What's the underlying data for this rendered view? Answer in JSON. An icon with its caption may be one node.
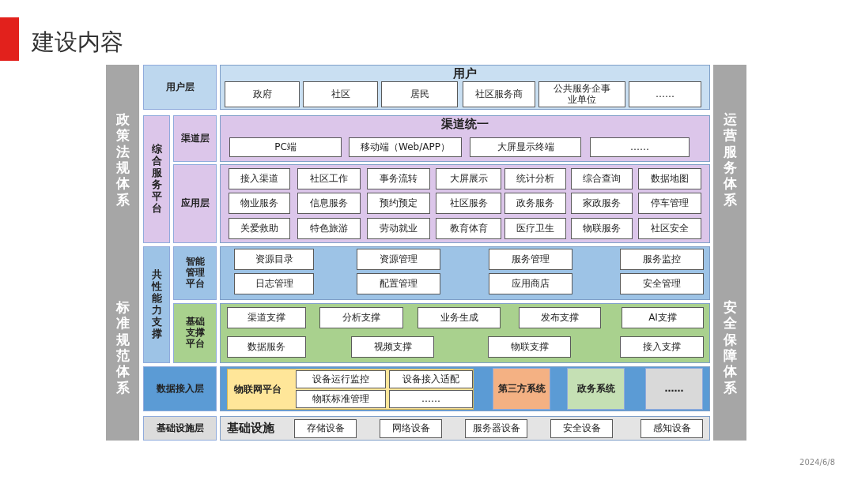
{
  "diagram": {
    "title": "建设内容",
    "nodes": [
      {
        "text": [
          "政策法规体系",
          "标准规范体系"
        ]
      },
      {
        "text": [
          "运营服务体系",
          "安全保障体系"
        ]
      },
      {
        "text": [
          "用户层"
        ]
      },
      {
        "text": [
          "用户"
        ]
      },
      {
        "text": [
          "政府"
        ],
        "in": 3
      },
      {
        "text": [
          "社区"
        ],
        "in": 3
      },
      {
        "text": [
          "居民"
        ],
        "in": 3
      },
      {
        "text": [
          "社区服务商"
        ],
        "in": 3
      },
      {
        "text": [
          "公共服务企事业单位"
        ],
        "in": 3
      },
      {
        "text": [
          "……"
        ],
        "in": 3
      },
      {
        "text": [
          "综合服务平台"
        ]
      },
      {
        "text": [
          "渠道层"
        ]
      },
      {
        "text": [
          "渠道统一"
        ]
      },
      {
        "text": [
          "PC端"
        ],
        "in": 12
      },
      {
        "text": [
          "移动端（Web/APP）"
        ],
        "in": 12
      },
      {
        "text": [
          "大屏显示终端"
        ],
        "in": 12
      },
      {
        "text": [
          "……"
        ],
        "in": 12
      },
      {
        "text": [
          "应用层"
        ]
      },
      {
        "text": [],
        "shape": "box"
      },
      {
        "text": [
          "接入渠道"
        ],
        "in": 18
      },
      {
        "text": [
          "社区工作"
        ],
        "in": 18
      },
      {
        "text": [
          "事务流转"
        ],
        "in": 18
      },
      {
        "text": [
          "大屏展示"
        ],
        "in": 18
      },
      {
        "text": [
          "统计分析"
        ],
        "in": 18
      },
      {
        "text": [
          "综合查询"
        ],
        "in": 18
      },
      {
        "text": [
          "数据地图"
        ],
        "in": 18
      },
      {
        "text": [
          "物业服务"
        ],
        "in": 18
      },
      {
        "text": [
          "信息服务"
        ],
        "in": 18
      },
      {
        "text": [
          "预约预定"
        ],
        "in": 18
      },
      {
        "text": [
          "社区服务"
        ],
        "in": 18
      },
      {
        "text": [
          "政务服务"
        ],
        "in": 18
      },
      {
        "text": [
          "家政服务"
        ],
        "in": 18
      },
      {
        "text": [
          "停车管理"
        ],
        "in": 18
      },
      {
        "text": [
          "关爱救助"
        ],
        "in": 18
      },
      {
        "text": [
          "特色旅游"
        ],
        "in": 18
      },
      {
        "text": [
          "劳动就业"
        ],
        "in": 18
      },
      {
        "text": [
          "教育体育"
        ],
        "in": 18
      },
      {
        "text": [
          "医疗卫生"
        ],
        "in": 18
      },
      {
        "text": [
          "物联服务"
        ],
        "in": 18
      },
      {
        "text": [
          "社区安全"
        ],
        "in": 18
      },
      {
        "text": [
          "共性能力支撑"
        ]
      },
      {
        "text": [
          "智能管理平台"
        ]
      },
      {
        "text": [],
        "shape": "box"
      },
      {
        "text": [
          "资源目录"
        ],
        "in": 42
      },
      {
        "text": [
          "资源管理"
        ],
        "in": 42
      },
      {
        "text": [
          "服务管理"
        ],
        "in": 42
      },
      {
        "text": [
          "服务监控"
        ],
        "in": 42
      },
      {
        "text": [
          "日志管理"
        ],
        "in": 42
      },
      {
        "text": [
          "配置管理"
        ],
        "in": 42
      },
      {
        "text": [
          "应用商店"
        ],
        "in": 42
      },
      {
        "text": [
          "安全管理"
        ],
        "in": 42
      },
      {
        "text": [
          "基础支撑平台"
        ]
      },
      {
        "text": [],
        "shape": "box"
      },
      {
        "text": [
          "渠道支撑"
        ],
        "in": 52
      },
      {
        "text": [
          "分析支撑"
        ],
        "in": 52
      },
      {
        "text": [
          "业务生成"
        ],
        "in": 52
      },
      {
        "text": [
          "发布支撑"
        ],
        "in": 52
      },
      {
        "text": [
          "AI支撑"
        ],
        "in": 52
      },
      {
        "text": [
          "数据服务"
        ],
        "in": 52
      },
      {
        "text": [
          "视频支撑"
        ],
        "in": 52
      },
      {
        "text": [
          "物联支撑"
        ],
        "in": 52
      },
      {
        "text": [
          "接入支撑"
        ],
        "in": 52
      },
      {
        "text": [
          "数据接入层"
        ]
      },
      {
        "text": [],
        "shape": "box"
      },
      {
        "text": [
          "物联网平台"
        ],
        "in": 63
      },
      {
        "text": [
          "设备运行监控"
        ],
        "in": 64
      },
      {
        "text": [
          "设备接入适配"
        ],
        "in": 64
      },
      {
        "text": [
          "物联标准管理"
        ],
        "in": 64
      },
      {
        "text": [
          "……"
        ],
        "in": 64
      },
      {
        "text": [
          "第三方系统"
        ],
        "in": 63
      },
      {
        "text": [
          "政务系统"
        ],
        "in": 63
      },
      {
        "text": [
          "……"
        ],
        "in": 63
      },
      {
        "text": [
          "基础设施层"
        ]
      },
      {
        "text": [
          "基础设施"
        ]
      },
      {
        "text": [
          "存储设备"
        ],
        "in": 73
      },
      {
        "text": [
          "网络设备"
        ],
        "in": 73
      },
      {
        "text": [
          "服务器设备"
        ],
        "in": 73
      },
      {
        "text": [
          "安全设备"
        ],
        "in": 73
      },
      {
        "text": [
          "感知设备"
        ],
        "in": 73
      }
    ],
    "labels": [
      "2024/6/8"
    ]
  }
}
